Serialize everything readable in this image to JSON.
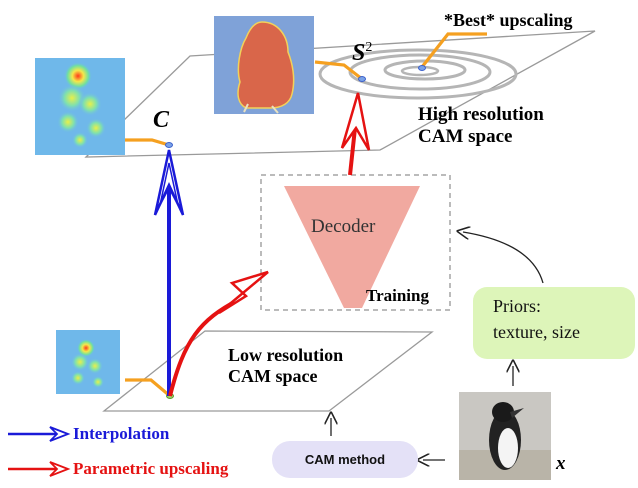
{
  "figure": {
    "colors": {
      "interpolation": "#1a1ad8",
      "parametric": "#e51212",
      "decoder": "#f1a9a0",
      "priors": "#ddf5b9",
      "cam_method": "#e4e1f7",
      "curve": "#f5a020",
      "plane": "#999999"
    },
    "top_plane": {
      "title_line1": "High resolution",
      "title_line2": "CAM space"
    },
    "bottom_plane": {
      "title_line1": "Low resolution",
      "title_line2": "CAM space"
    },
    "best_upscaling": "*Best* upscaling",
    "symbol_c": "C",
    "symbol_s": "S",
    "symbol_s_sup": "2",
    "symbol_x": "x",
    "decoder_label": "Decoder",
    "training_label": "Training",
    "priors_line1": "Priors:",
    "priors_line2": "texture, size",
    "cam_method": "CAM method",
    "legend": {
      "interpolation": "Interpolation",
      "parametric": "Parametric upscaling"
    }
  }
}
